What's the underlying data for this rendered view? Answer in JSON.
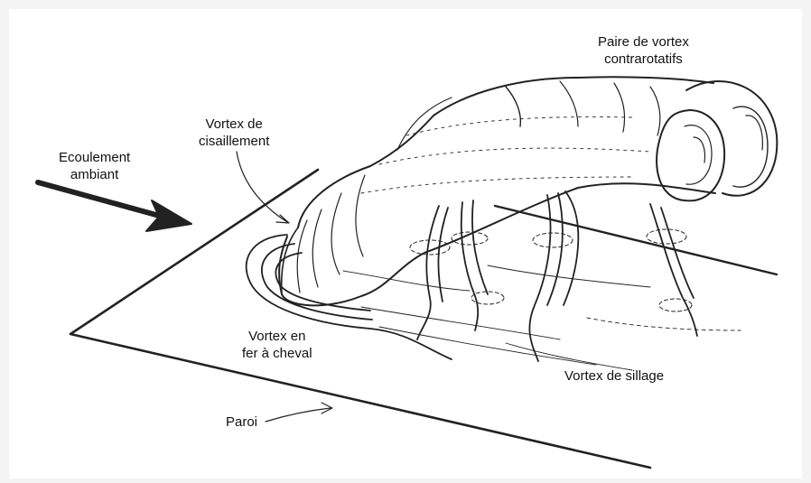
{
  "labels": {
    "ecoulement": [
      "Ecoulement",
      "ambiant"
    ],
    "cisaillement": [
      "Vortex de",
      "cisaillement"
    ],
    "paire": [
      "Paire de vortex",
      "contrarotatifs"
    ],
    "fer": [
      "Vortex en",
      "fer à cheval"
    ],
    "sillage": "Vortex de sillage",
    "paroi": "Paroi"
  },
  "colors": {
    "ink": "#222222",
    "background": "#ffffff",
    "page": "#f4f4f4"
  }
}
